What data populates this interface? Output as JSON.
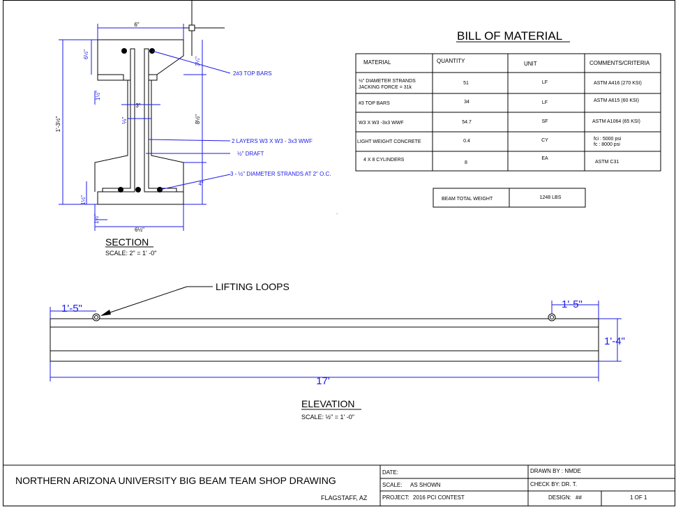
{
  "section": {
    "dims": {
      "top_width": "6\"",
      "top_flange_left": "6½\"",
      "top_flange_right": "3¼\"",
      "web_gap": "3\"",
      "web_inner": "⅑\"",
      "web_step": "1½\"",
      "overall_height": "1'-3½\"",
      "right_height": "8½\"",
      "bottom_flange_right": "4\"",
      "bottom_flange_left": "1½\"",
      "bottom_small": "1½\"",
      "bottom_width": "6½\""
    },
    "callouts": {
      "top_bars": "2#3 TOP BARS",
      "wwf": "2 LAYERS W3 X W3 - 3x3 WWF",
      "draft": "½\" DRAFT",
      "strands": "3 - ½\" DIAMETER STRANDS AT 2\" O.C."
    },
    "title": "SECTION",
    "scale": "SCALE: 2\" = 1' -0\""
  },
  "bom": {
    "title": "BILL OF MATERIAL",
    "headers": [
      "MATERIAL",
      "QUANTITY",
      "UNIT",
      "COMMENTS/CRITERIA"
    ],
    "rows": [
      {
        "material": "½\" DIAMETER STRANDS\nJACKING FORCE = 31k",
        "quantity": "51",
        "unit": "LF",
        "comments": "ASTM A416 (270 KSI)"
      },
      {
        "material": "#3 TOP BARS",
        "quantity": "34",
        "unit": "LF",
        "comments": "ASTM A615 (60 KSI)"
      },
      {
        "material": "W3 X W3 -3x3 WWF",
        "quantity": "54.7",
        "unit": "SF",
        "comments": "ASTM A1064 (65 KSI)"
      },
      {
        "material": "LIGHT WEIGHT CONCRETE",
        "quantity": "0.4",
        "unit": "CY",
        "comments": "fci : 5000 psi\nfc : 8000 psi"
      },
      {
        "material": "4 X 8 CYLINDERS",
        "quantity": "8",
        "unit": "EA",
        "comments": "ASTM C31"
      }
    ],
    "total_label": "BEAM TOTAL WEIGHT",
    "total_value": "1248 LBS"
  },
  "elevation": {
    "lifting_loops": "LIFTING LOOPS",
    "left_loop_offset": "1'-5\"",
    "right_loop_offset": "1'-5\"",
    "height": "1'-4\"",
    "length": "17'",
    "title": "ELEVATION",
    "scale": "SCALE: ½\" = 1' -0\""
  },
  "title_block": {
    "main": "NORTHERN ARIZONA UNIVERSITY  BIG BEAM TEAM SHOP DRAWING",
    "location": "FLAGSTAFF, AZ",
    "date_label": "DATE:",
    "scale_label": "SCALE:",
    "scale_value": "AS SHOWN",
    "project_label": "PROJECT:",
    "project_value": "2016 PCI CONTEST",
    "drawn_by": "DRAWN BY : NMDE",
    "check_by": "CHECK BY: DR. T.",
    "design": "DESIGN:",
    "design_value": "##",
    "sheet": "1 OF 1"
  },
  "colors": {
    "ink": "#000000",
    "dimension": "#1a1ae6",
    "background": "#ffffff"
  }
}
